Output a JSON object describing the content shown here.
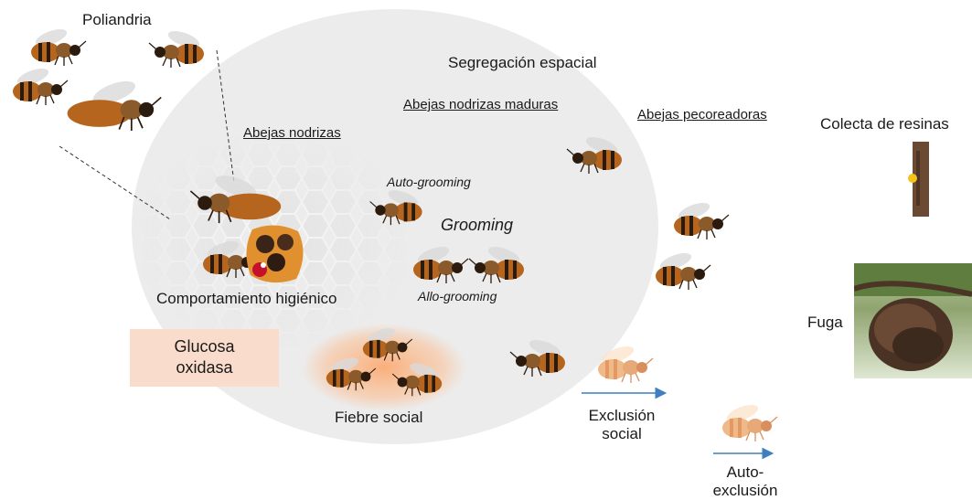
{
  "labels": {
    "poliandria": "Poliandria",
    "segregacion": "Segregación espacial",
    "nodrizas_maduras": "Abejas nodrizas maduras",
    "pecoreadoras": "Abejas pecoreadoras",
    "nodrizas": "Abejas nodrizas",
    "colecta": "Colecta de resinas",
    "auto_grooming": "Auto-grooming",
    "grooming": "Grooming",
    "allo_grooming": "Allo-grooming",
    "higienico": "Comportamiento higiénico",
    "fuga": "Fuga",
    "glucosa_line1": "Glucosa",
    "glucosa_line2": "oxidasa",
    "fiebre": "Fiebre social",
    "exclusion_line1": "Exclusión",
    "exclusion_line2": "social",
    "auto_exclusion_line1": "Auto-",
    "auto_exclusion_line2": "exclusión"
  },
  "colors": {
    "circle_fill": "#ececec",
    "glucose_box": "#f9dccb",
    "arrow": "#3f7fc1",
    "bee_body": "#b5651d",
    "bee_stripe": "#2b1a0e",
    "bee_pale": "#f0b98a",
    "fever_glow": "#ff9a55"
  },
  "icons": [
    "bee-icon",
    "queen-bee-icon",
    "brood-comb-icon",
    "resin-branch-icon",
    "swarm-photo-icon"
  ]
}
